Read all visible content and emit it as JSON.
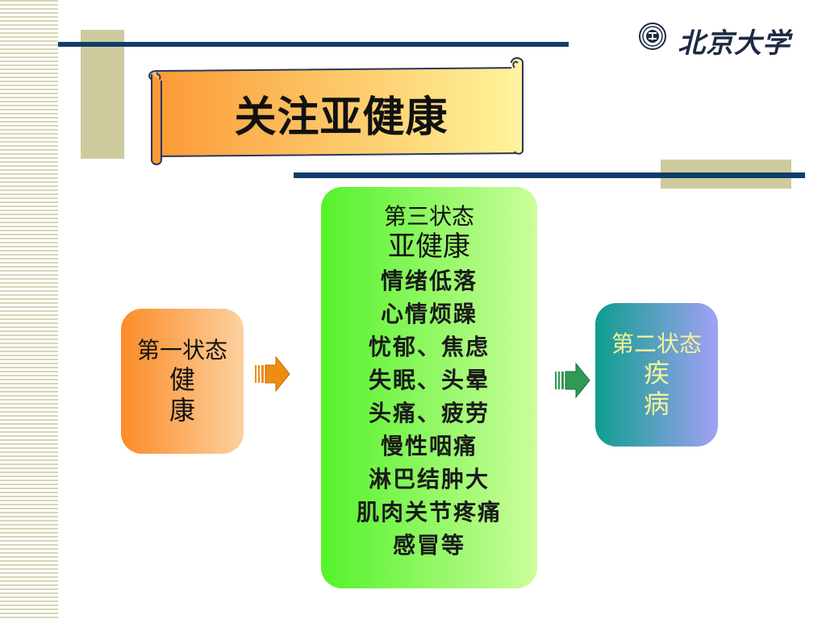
{
  "logo": {
    "name": "北京大学"
  },
  "title": "关注亚健康",
  "states": {
    "first": {
      "label": "第一状态",
      "lines": [
        "健",
        "康"
      ]
    },
    "third": {
      "label": "第三状态",
      "title": "亚健康",
      "symptoms": [
        "情绪低落",
        "心情烦躁",
        "忧郁、焦虑",
        "失眠、头晕",
        "头痛、疲劳",
        "慢性咽痛",
        "淋巴结肿大",
        "肌肉关节疼痛",
        "感冒等"
      ]
    },
    "second": {
      "label": "第二状态",
      "lines": [
        "疾",
        "病"
      ]
    }
  },
  "colors": {
    "navy_line": "#123d6b",
    "khaki": "#cdcb9e",
    "healthy_gradient": [
      "#fb8c28",
      "#fcd1a0"
    ],
    "subhealth_gradient": [
      "#54f22a",
      "#cbfd9c"
    ],
    "disease_gradient": [
      "#0e9e8d",
      "#a2a1f5"
    ],
    "arrow_orange": "#f08c12",
    "arrow_green": "#2f9a54"
  },
  "icons": {
    "logo": "peking-university-seal-icon",
    "arrow": "block-arrow-right-icon"
  }
}
